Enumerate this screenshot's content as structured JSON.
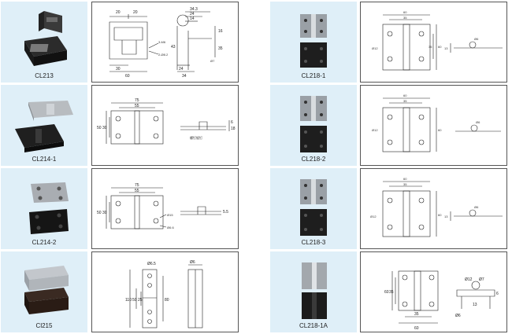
{
  "products": [
    {
      "code": "CL213",
      "dims": {
        "top1": "20",
        "top2": "20",
        "top3": "34.3",
        "top4": "24",
        "top5": "14",
        "right1": "16",
        "right2": "43",
        "right3": "35",
        "m6": "3-M6",
        "phi1": "2-Ø8.2",
        "phi2": "Ø7",
        "bot1": "30",
        "bot2": "60",
        "bot3": "24",
        "bot4": "34"
      }
    },
    {
      "code": "CL214-1",
      "dims": {
        "w1": "75",
        "w2": "55",
        "h1": "50",
        "h2": "30",
        "r1": "6",
        "r2": "18"
      },
      "note": "螺钉钣钉"
    },
    {
      "code": "CL214-2",
      "dims": {
        "w1": "75",
        "w2": "55",
        "h1": "50",
        "h2": "30",
        "phi1": "Ø15",
        "phi2": "Ø6.6",
        "r1": "5.5"
      }
    },
    {
      "code": "Cl215",
      "dims": {
        "phi1": "Ø6.5",
        "phi2": "Ø6",
        "h1": "110",
        "h2": "80",
        "h3": "50",
        "h4": "25"
      }
    },
    {
      "code": "CL218-1",
      "dims": {
        "w1": "60",
        "w2": "35",
        "h1": "60",
        "h2": "35",
        "phi1": "Ø12",
        "phi2": "Ø6",
        "r1": "13"
      }
    },
    {
      "code": "CL218-2",
      "dims": {
        "w1": "60",
        "w2": "35",
        "h1": "60",
        "phi1": "Ø12",
        "phi2": "Ø6"
      }
    },
    {
      "code": "CL218-3",
      "dims": {
        "w1": "60",
        "w2": "35",
        "h1": "60",
        "phi1": "Ø12",
        "phi2": "Ø6",
        "r1": "13"
      }
    },
    {
      "code": "CL218-1A",
      "dims": {
        "h1": "60",
        "h2": "35",
        "w1": "35",
        "w2": "60",
        "phi1": "Ø12",
        "phi2": "Ø7",
        "phi3": "Ø6",
        "r1": "13",
        "r2": "6"
      }
    }
  ]
}
